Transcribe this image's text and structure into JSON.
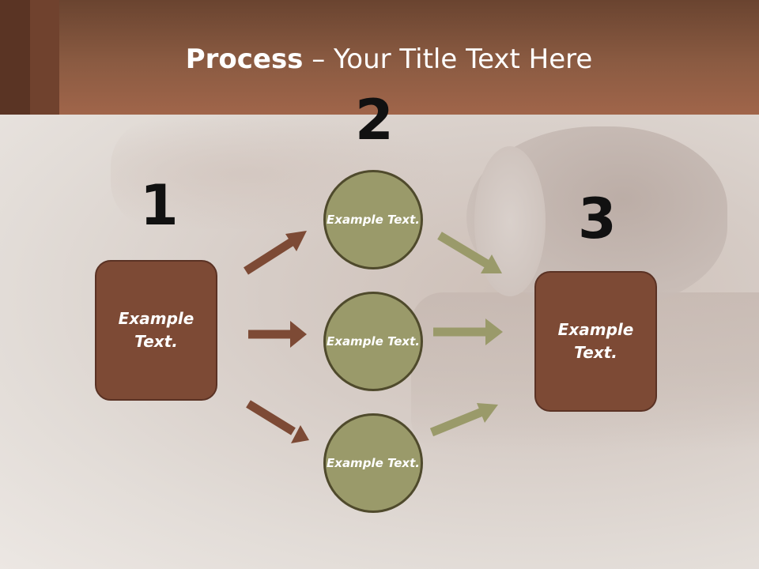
{
  "slide": {
    "title_bold": "Process",
    "title_rest": " – Your Title Text Here"
  },
  "steps": {
    "one": {
      "number": "1",
      "text": "Example Text."
    },
    "two": {
      "number": "2",
      "items": [
        "Example Text.",
        "Example Text.",
        "Example Text."
      ]
    },
    "three": {
      "number": "3",
      "text": "Example Text."
    }
  },
  "colors": {
    "header": "#8b5b42",
    "box_fill": "#7d4a35",
    "circle_fill": "#9a9a6a",
    "arrow_brown": "#7d4a35",
    "arrow_olive": "#9a9a6a"
  }
}
